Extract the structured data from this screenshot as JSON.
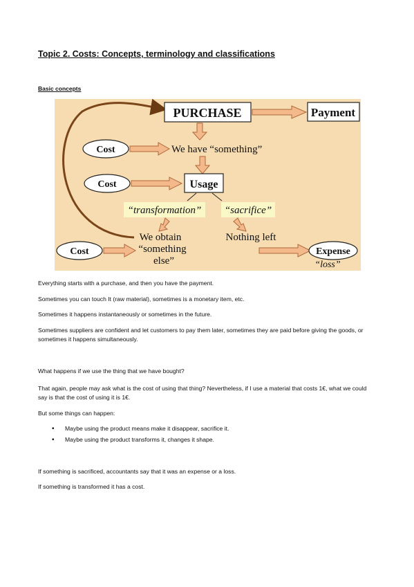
{
  "document": {
    "title": "Topic 2. Costs: Concepts, terminology and classifications",
    "section_heading": "Basic concepts"
  },
  "diagram": {
    "purchase": "PURCHASE",
    "payment": "Payment",
    "cost_1": "Cost",
    "cost_2": "Cost",
    "cost_3": "Cost",
    "we_have": "We have “something”",
    "usage": "Usage",
    "transformation": "“transformation”",
    "sacrifice": "“sacrifice”",
    "we_obtain_line1": "We obtain",
    "we_obtain_line2": "“something",
    "we_obtain_line3": "else”",
    "nothing_left": "Nothing left",
    "expense": "Expense",
    "loss": "“loss”",
    "colors": {
      "background": "#f6dcb0",
      "highlight": "#fbf8c8",
      "box_fill": "#ffffff",
      "arrow_fill": "#f4b98a",
      "curve": "#7a4518"
    }
  },
  "paragraphs": [
    "Everything starts with a purchase, and then you have the payment.",
    "Sometimes you can touch It (raw material), sometimes is a monetary item, etc.",
    "Sometimes it happens instantaneously or sometimes in the future.",
    "Sometimes suppliers are confident and let customers to pay them later, sometimes they are paid before giving the goods, or sometimes it happens simultaneously.",
    "What happens if we use the thing that we have bought?",
    "That again, people may ask what is the cost of using that thing? Nevertheless, if I use a material that costs 1€, what we could say is that the cost of using it is 1€.",
    "But some things can happen:",
    "If something is sacrificed, accountants say that it was an expense or a loss.",
    "If something is transformed it has a cost."
  ],
  "bullets": [
    "Maybe using the product means make it disappear, sacrifice it.",
    "Maybe using the product transforms it, changes it shape."
  ]
}
